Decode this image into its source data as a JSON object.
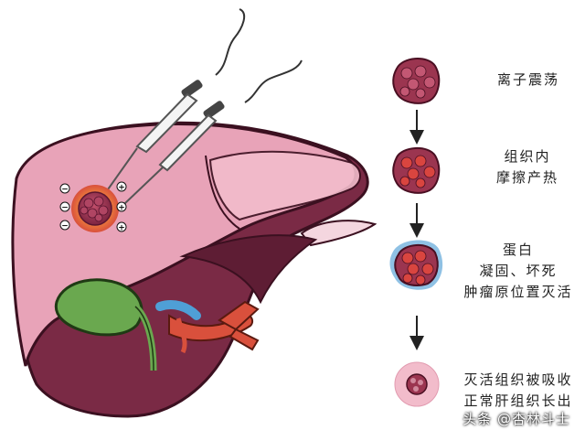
{
  "steps": [
    {
      "lines": [
        "离子震荡"
      ]
    },
    {
      "lines": [
        "组织内",
        "摩擦产热"
      ]
    },
    {
      "lines": [
        "蛋白",
        "凝固、坏死",
        "肿瘤原位置灭活"
      ]
    },
    {
      "lines": [
        "灭活组织被吸收",
        "正常肝组织长出"
      ]
    }
  ],
  "probe_signs": {
    "left": "−",
    "right": "+"
  },
  "watermark": "头条 @杏林斗士",
  "colors": {
    "liver": "#e8a3b8",
    "liver_dark": "#7a2a45",
    "tumor": "#9b3550",
    "gallbladder": "#6aa84f",
    "artery": "#d9503c",
    "vein": "#4f9fd6"
  }
}
